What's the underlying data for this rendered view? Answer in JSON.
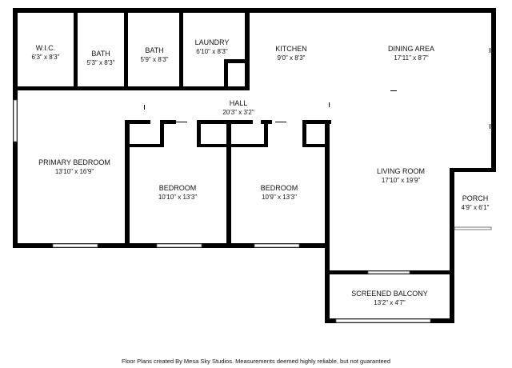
{
  "colors": {
    "wall": "#000000",
    "background": "#ffffff",
    "text": "#111111"
  },
  "rooms": {
    "wic": {
      "name": "W.I.C.",
      "dims": "6'3\" x 8'3\""
    },
    "bath1": {
      "name": "BATH",
      "dims": "5'3\" x 8'3\""
    },
    "bath2": {
      "name": "BATH",
      "dims": "5'9\" x 8'3\""
    },
    "laundry": {
      "name": "LAUNDRY",
      "dims": "6'10\" x 8'3\""
    },
    "kitchen": {
      "name": "KITCHEN",
      "dims": "9'0\" x 8'3\""
    },
    "dining": {
      "name": "DINING AREA",
      "dims": "17'11\" x 8'7\""
    },
    "hall": {
      "name": "HALL",
      "dims": "20'3\" x 3'2\""
    },
    "primary": {
      "name": "PRIMARY BEDROOM",
      "dims": "13'10\" x 16'9\""
    },
    "bedroom1": {
      "name": "BEDROOM",
      "dims": "10'10\" x 13'3\""
    },
    "bedroom2": {
      "name": "BEDROOM",
      "dims": "10'9\" x 13'3\""
    },
    "living": {
      "name": "LIVING ROOM",
      "dims": "17'10\" x 19'9\""
    },
    "porch": {
      "name": "PORCH",
      "dims": "4'9\" x 6'1\""
    },
    "balcony": {
      "name": "SCREENED BALCONY",
      "dims": "13'2\" x 4'7\""
    }
  },
  "footer": {
    "credit": "Floor Plans created By Mesa Sky Studios. Measurements deemed highly reliable, but not guaranteed"
  }
}
